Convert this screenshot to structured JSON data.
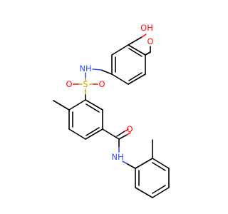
{
  "atom_labels": {
    "oh": "OH",
    "o_acid": "O",
    "nh_sulfonamide": "NH",
    "o_sulfonyl_left": "O",
    "s": "S",
    "o_sulfonyl_right": "O",
    "o_amide": "O",
    "nh_amide": "NH"
  },
  "colors": {
    "bond": "#000000",
    "oxygen": "#ff0d0d",
    "nitrogen": "#3050f8",
    "sulfur": "#c8a800",
    "background": "#ffffff"
  }
}
